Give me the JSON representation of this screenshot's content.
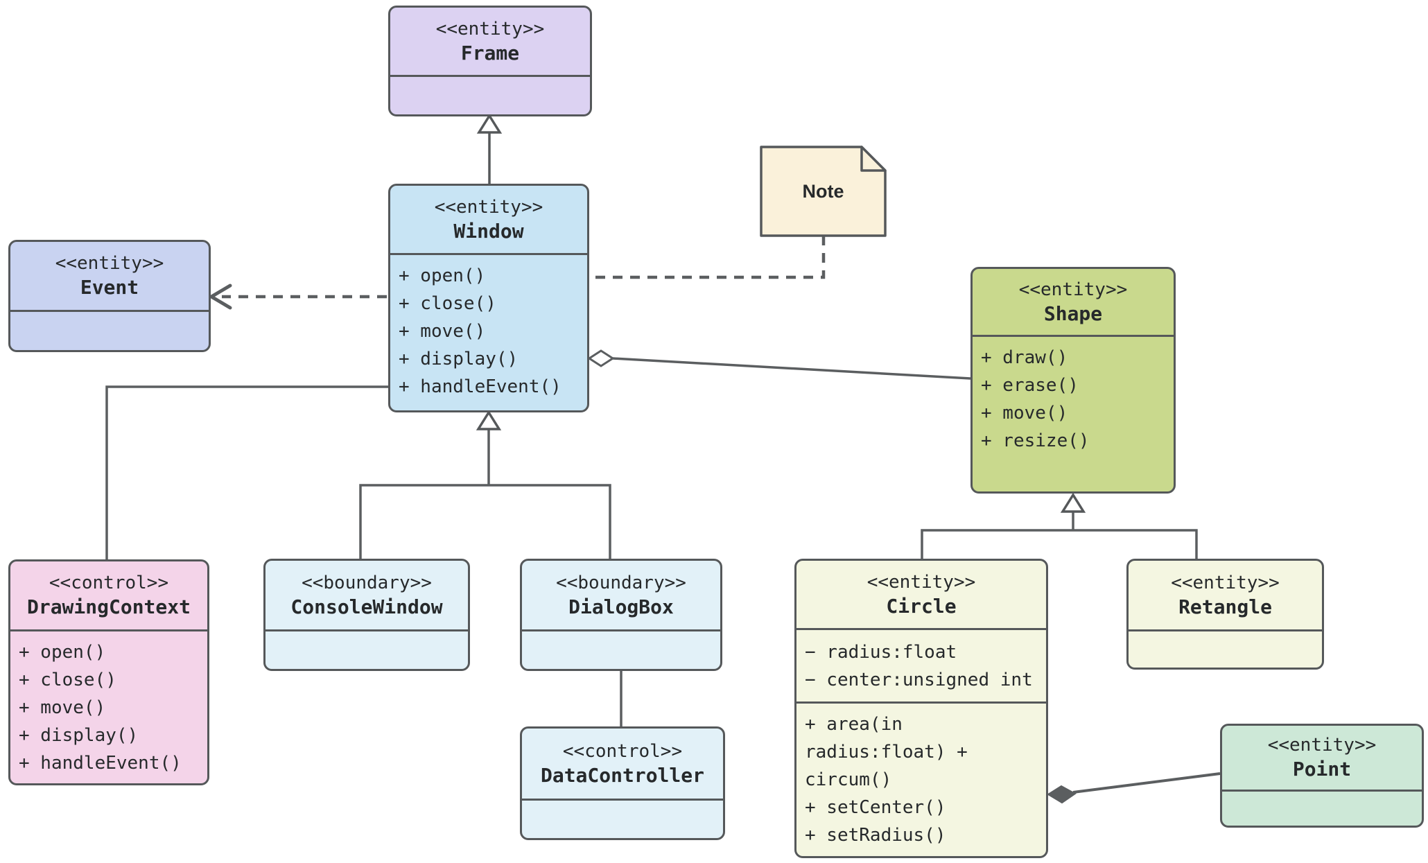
{
  "classes": {
    "frame": {
      "stereotype": "<<entity>>",
      "name": "Frame"
    },
    "window": {
      "stereotype": "<<entity>>",
      "name": "Window",
      "methods": [
        "+ open()",
        "+ close()",
        "+ move()",
        "+ display()",
        "+ handleEvent()"
      ]
    },
    "event": {
      "stereotype": "<<entity>>",
      "name": "Event"
    },
    "shape": {
      "stereotype": "<<entity>>",
      "name": "Shape",
      "methods": [
        "+ draw()",
        "+ erase()",
        "+ move()",
        "+ resize()"
      ]
    },
    "drawing_context": {
      "stereotype": "<<control>>",
      "name": "DrawingContext",
      "methods": [
        "+ open()",
        "+ close()",
        "+ move()",
        "+ display()",
        "+ handleEvent()"
      ]
    },
    "console_window": {
      "stereotype": "<<boundary>>",
      "name": "ConsoleWindow"
    },
    "dialog_box": {
      "stereotype": "<<boundary>>",
      "name": "DialogBox"
    },
    "data_controller": {
      "stereotype": "<<control>>",
      "name": "DataController"
    },
    "circle": {
      "stereotype": "<<entity>>",
      "name": "Circle",
      "attributes": [
        "− radius:float",
        "− center:unsigned int"
      ],
      "methods": [
        "+ area(in radius:float) + circum()",
        "+ setCenter()",
        "+ setRadius()"
      ]
    },
    "retangle": {
      "stereotype": "<<entity>>",
      "name": "Retangle"
    },
    "point": {
      "stereotype": "<<entity>>",
      "name": "Point"
    }
  },
  "note": {
    "label": "Note"
  },
  "relationships": [
    {
      "type": "generalization",
      "from": "Window",
      "to": "Frame"
    },
    {
      "type": "dependency",
      "from": "Window",
      "to": "Event"
    },
    {
      "type": "note-anchor",
      "from": "Note",
      "to": "Window"
    },
    {
      "type": "aggregation",
      "whole": "Window",
      "part": "Shape"
    },
    {
      "type": "association",
      "from": "Window",
      "to": "DrawingContext"
    },
    {
      "type": "generalization",
      "from": "ConsoleWindow",
      "to": "Window"
    },
    {
      "type": "generalization",
      "from": "DialogBox",
      "to": "Window"
    },
    {
      "type": "association",
      "from": "DialogBox",
      "to": "DataController"
    },
    {
      "type": "generalization",
      "from": "Circle",
      "to": "Shape"
    },
    {
      "type": "generalization",
      "from": "Retangle",
      "to": "Shape"
    },
    {
      "type": "composition",
      "whole": "Circle",
      "part": "Point"
    }
  ],
  "colors": {
    "frame_fill": "#dcd2f2",
    "window_fill": "#c8e4f4",
    "event_fill": "#c9d3f1",
    "note_fill": "#faf1da",
    "shape_fill": "#c9d98d",
    "drawing_context_fill": "#f4d4e9",
    "boundary_fill": "#e2f1f8",
    "entity_pale_fill": "#f4f6e1",
    "point_fill": "#cde8d7",
    "stroke": "#55585a",
    "text": "#26292b"
  }
}
